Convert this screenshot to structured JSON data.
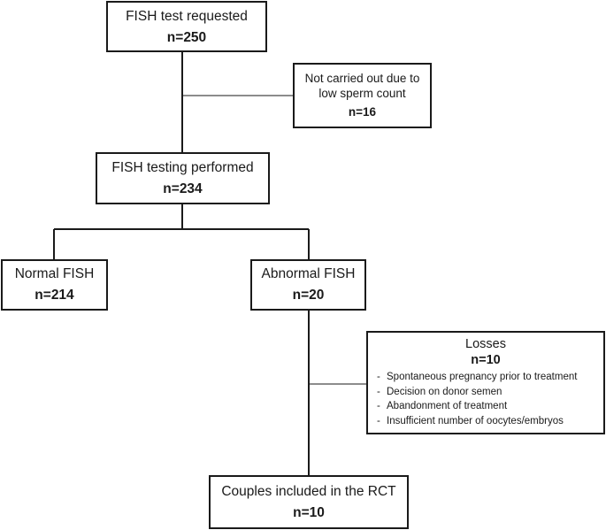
{
  "flowchart": {
    "fish_test_requested": {
      "title": "FISH test requested",
      "count": "n=250"
    },
    "not_carried_out": {
      "title_line1": "Not carried out due to",
      "title_line2": "low sperm count",
      "count": "n=16"
    },
    "fish_testing_performed": {
      "title": "FISH testing performed",
      "count": "n=234"
    },
    "normal_fish": {
      "title": "Normal FISH",
      "count": "n=214"
    },
    "abnormal_fish": {
      "title": "Abnormal FISH",
      "count": "n=20"
    },
    "losses": {
      "title": "Losses",
      "count": "n=10",
      "bullet": "-",
      "reasons": [
        "Spontaneous pregnancy prior to treatment",
        "Decision on donor semen",
        "Abandonment of treatment",
        "Insufficient number of oocytes/embryos"
      ]
    },
    "couples_included": {
      "title": "Couples included in the RCT",
      "count": "n=10"
    }
  },
  "colors": {
    "line": "#1a1a1a",
    "box_border": "#1a1a1a",
    "background": "#ffffff"
  }
}
